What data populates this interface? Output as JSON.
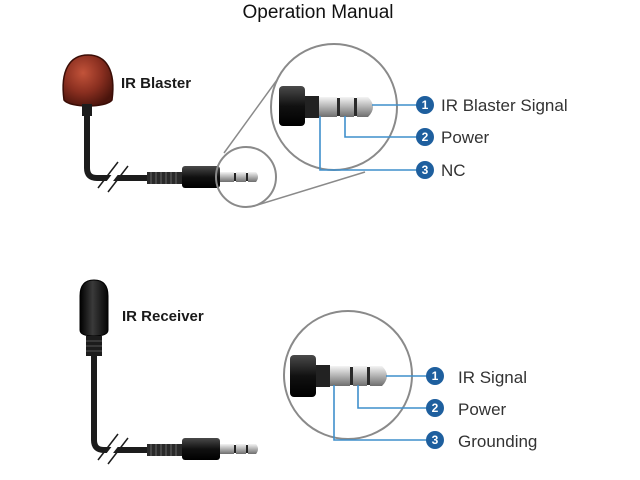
{
  "title": "Operation Manual",
  "colors": {
    "badge": "#1e5f9e",
    "connector_line": "#3f8fcc",
    "blaster_head": "#7a2a1e",
    "cable": "#1c1c1c",
    "zoom_circle": "#8a8a8a"
  },
  "devices": [
    {
      "label": "IR Blaster",
      "head_icon": "ir-blaster-head",
      "pins": [
        {
          "number": "1",
          "label": "IR Blaster Signal"
        },
        {
          "number": "2",
          "label": "Power"
        },
        {
          "number": "3",
          "label": "NC"
        }
      ]
    },
    {
      "label": "IR Receiver",
      "head_icon": "ir-receiver-head",
      "pins": [
        {
          "number": "1",
          "label": "IR Signal"
        },
        {
          "number": "2",
          "label": "Power"
        },
        {
          "number": "3",
          "label": "Grounding"
        }
      ]
    }
  ]
}
